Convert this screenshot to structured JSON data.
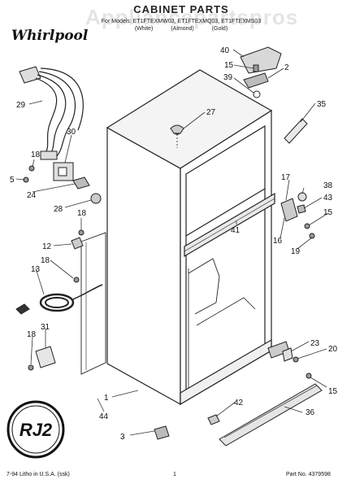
{
  "header": {
    "brand": "Whirlpool",
    "title": "CABINET PARTS",
    "models": "For Models: ET1FTEXMW03, ET1FTEXMQ03, ET1FTEXMS03",
    "colors": [
      "(White)",
      "(Almond)",
      "(Gold)"
    ],
    "watermark": "Appliancepartspros"
  },
  "callouts": [
    "40",
    "15",
    "2",
    "39",
    "27",
    "35",
    "29",
    "30",
    "18",
    "5",
    "24",
    "28",
    "18",
    "17",
    "38",
    "43",
    "15",
    "16",
    "19",
    "41",
    "12",
    "13",
    "18",
    "31",
    "18",
    "23",
    "20",
    "15",
    "1",
    "44",
    "42",
    "36",
    "3"
  ],
  "badge": "RJ2",
  "footer": {
    "left": "7-94 Litho in U.S.A. (ssk)",
    "center": "1",
    "right": "Part No. 4379598"
  }
}
